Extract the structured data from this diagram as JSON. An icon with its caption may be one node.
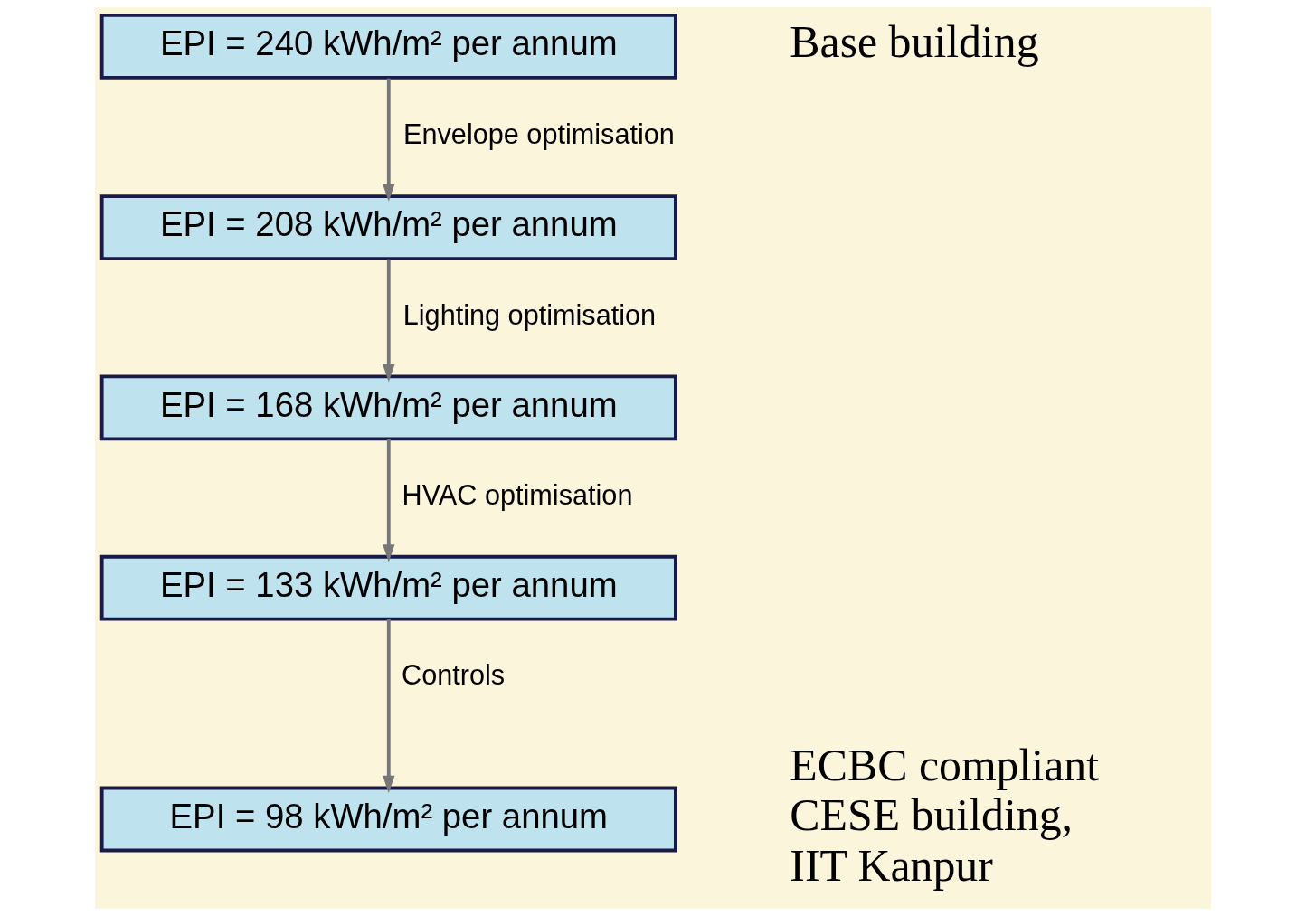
{
  "diagram": {
    "nodes": [
      {
        "text": [
          "EPI = 240 kWh/m² per annum"
        ]
      },
      {
        "text": [
          "EPI = 208 kWh/m² per annum"
        ]
      },
      {
        "text": [
          "EPI = 168 kWh/m² per annum"
        ]
      },
      {
        "text": [
          "EPI = 133 kWh/m² per annum"
        ]
      },
      {
        "text": [
          "EPI = 98 kWh/m² per annum"
        ]
      }
    ],
    "edges": [
      {
        "from": 0,
        "to": 1,
        "arrow": "to",
        "label": "Envelope optimisation"
      },
      {
        "from": 1,
        "to": 2,
        "arrow": "to",
        "label": "Lighting optimisation"
      },
      {
        "from": 2,
        "to": 3,
        "arrow": "to",
        "label": "HVAC optimisation"
      },
      {
        "from": 3,
        "to": 4,
        "arrow": "to",
        "label": "Controls"
      }
    ],
    "labels": [
      "Base building",
      "ECBC compliant CESE building, IIT Kanpur"
    ]
  }
}
